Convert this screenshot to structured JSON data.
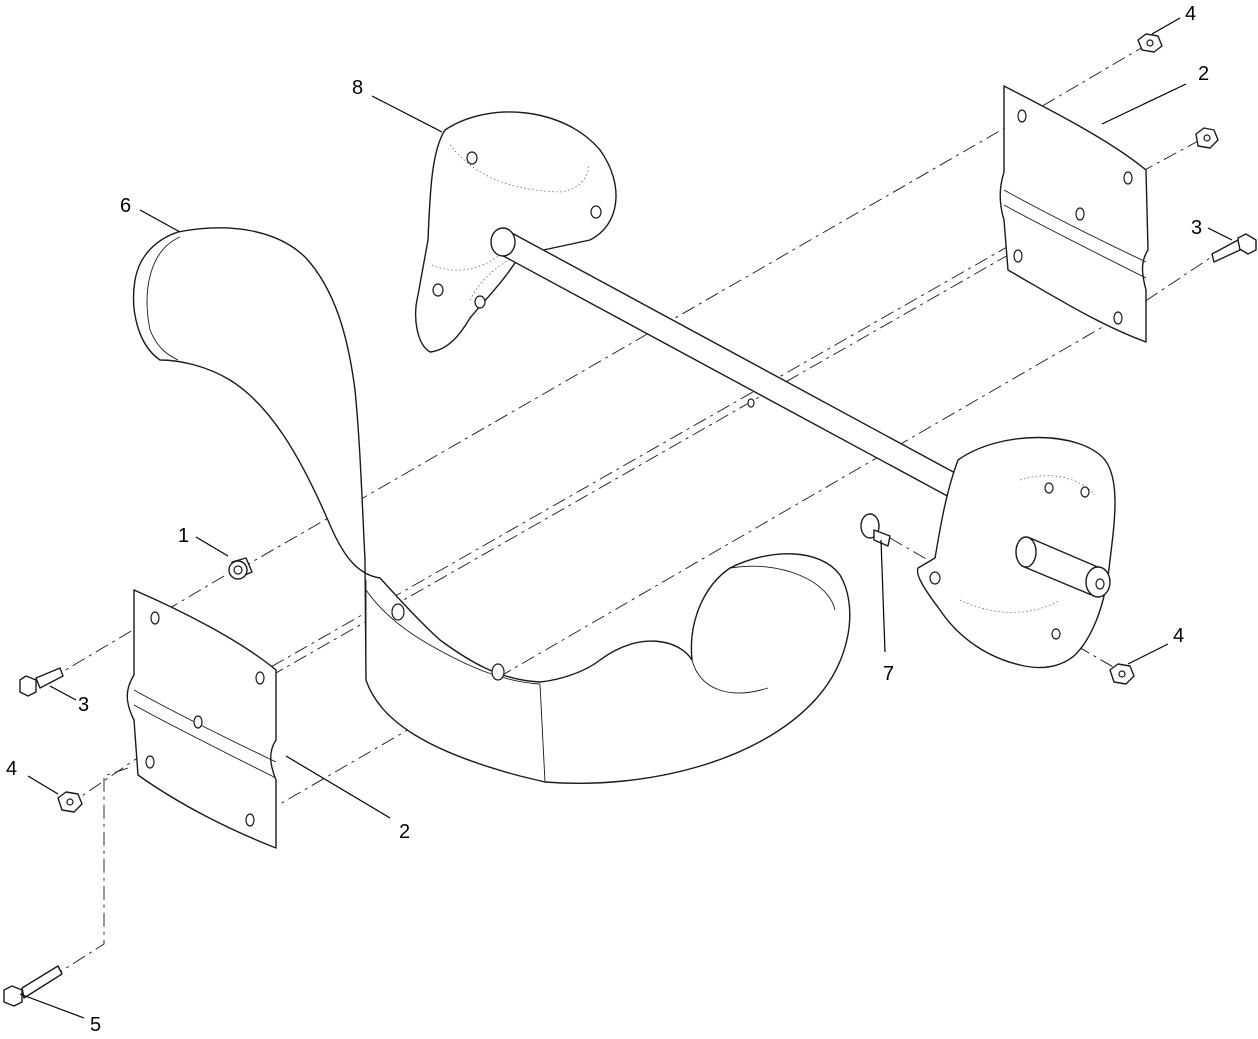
{
  "callouts": {
    "c1": "1",
    "c2a": "2",
    "c2b": "2",
    "c3a": "3",
    "c3b": "3",
    "c4a": "4",
    "c4b": "4",
    "c4c": "4",
    "c5": "5",
    "c6": "6",
    "c7": "7",
    "c8": "8"
  }
}
